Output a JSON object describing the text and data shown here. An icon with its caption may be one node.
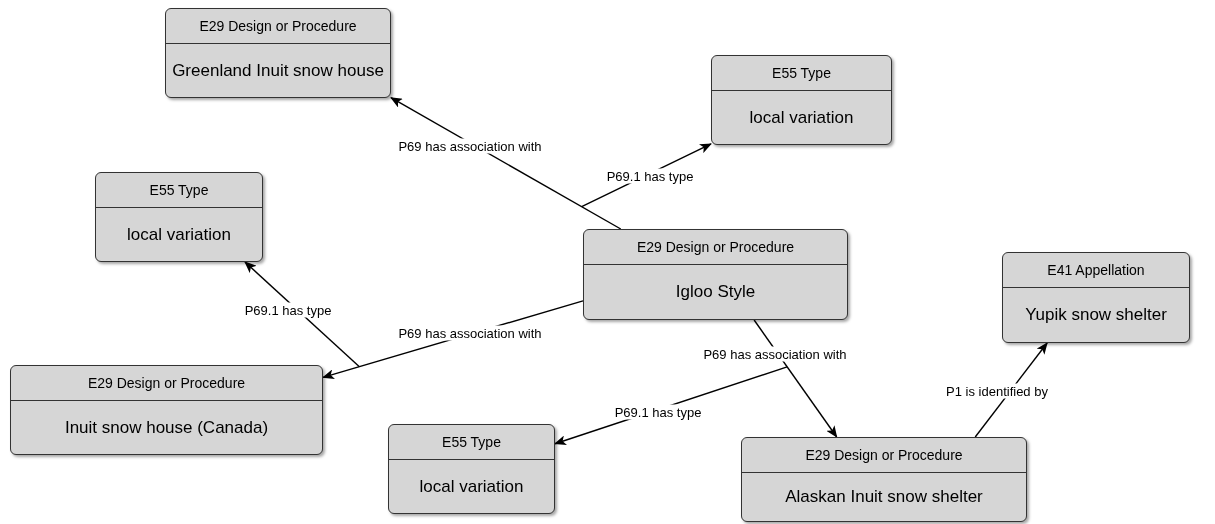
{
  "diagram": {
    "nodes": [
      {
        "text": [
          "E29 Design or Procedure",
          "Greenland Inuit snow house"
        ]
      },
      {
        "text": [
          "E55 Type",
          "local variation"
        ]
      },
      {
        "text": [
          "E55 Type",
          "local variation"
        ]
      },
      {
        "text": [
          "E29 Design or Procedure",
          "Igloo Style"
        ]
      },
      {
        "text": [
          "E41 Appellation",
          "Yupik snow shelter"
        ]
      },
      {
        "text": [
          "E29 Design or Procedure",
          "Inuit snow house (Canada)"
        ]
      },
      {
        "text": [
          "E55 Type",
          "local variation"
        ]
      },
      {
        "text": [
          "E29 Design or Procedure",
          "Alaskan Inuit snow shelter"
        ]
      }
    ],
    "edges": [
      {
        "from": 3,
        "to": 0,
        "arrow": "to",
        "label": "P69 has association with"
      },
      {
        "from": null,
        "to": 1,
        "arrow": "to",
        "label": "P69.1 has type"
      },
      {
        "from": 3,
        "to": 5,
        "arrow": "to",
        "label": "P69 has association with"
      },
      {
        "from": null,
        "to": 2,
        "arrow": "to",
        "label": "P69.1 has type"
      },
      {
        "from": 3,
        "to": 7,
        "arrow": "to",
        "label": "P69 has association with"
      },
      {
        "from": null,
        "to": 6,
        "arrow": "to",
        "label": "P69.1 has type"
      },
      {
        "from": 7,
        "to": 4,
        "arrow": "to",
        "label": "P1 is identified by"
      }
    ]
  }
}
